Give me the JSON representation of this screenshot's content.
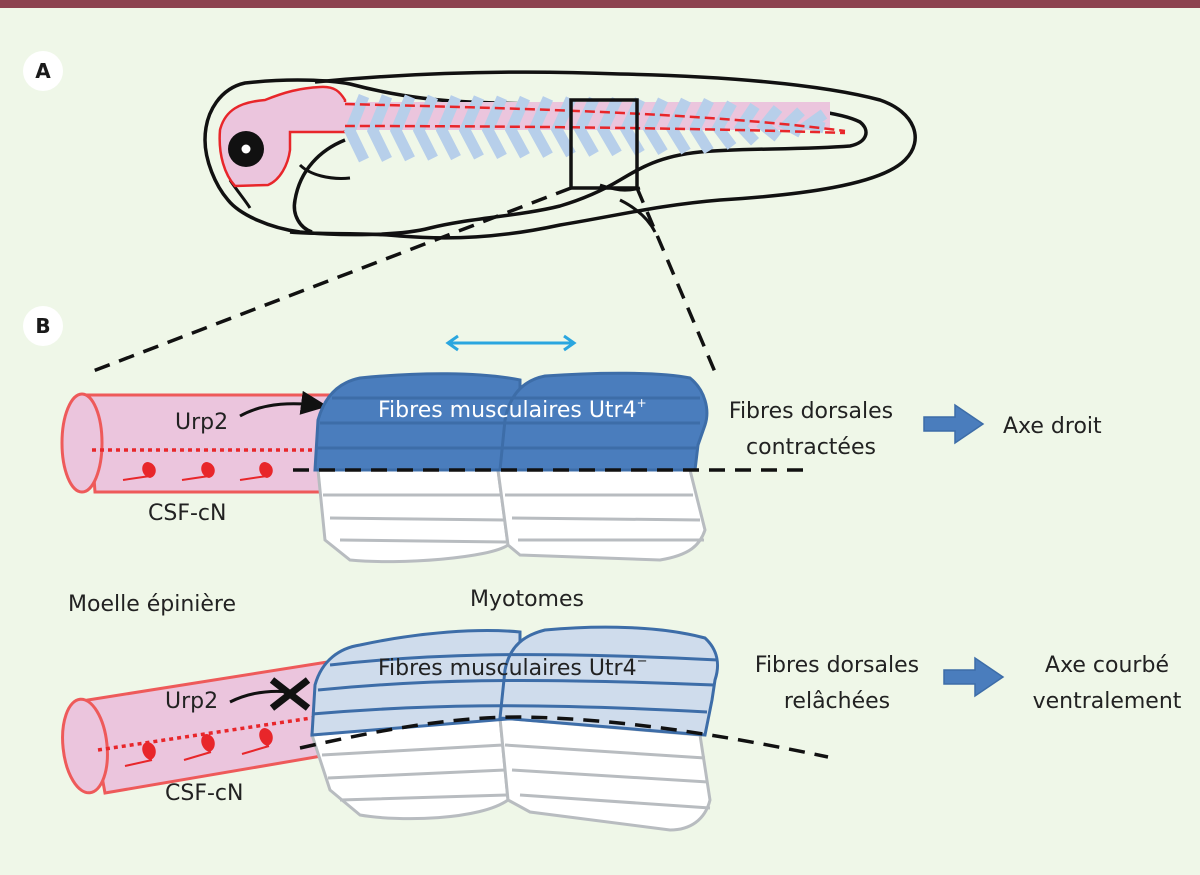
{
  "figure": {
    "panels": {
      "a": {
        "letter": "A"
      },
      "b": {
        "letter": "B"
      }
    },
    "top_row": {
      "ligand": "Urp2",
      "neurons": "CSF-cN",
      "muscle_label": "Fibres musculaires Utr4",
      "muscle_sup": "+",
      "state_line1": "Fibres dorsales",
      "state_line2": "contractées",
      "outcome": "Axe droit"
    },
    "middle_labels": {
      "spinal_cord": "Moelle épinière",
      "myotomes": "Myotomes"
    },
    "bottom_row": {
      "ligand": "Urp2",
      "neurons": "CSF-cN",
      "muscle_label": "Fibres musculaires Utr4",
      "muscle_sup": "−",
      "state_line1": "Fibres dorsales",
      "state_line2": "relâchées",
      "outcome_line1": "Axe courbé",
      "outcome_line2": "ventralement"
    },
    "colors": {
      "header_bar": "#8c434f",
      "background": "#eff7e8",
      "spinal_cord_fill": "#ebc5dd",
      "spinal_cord_stroke": "#ee5a5a",
      "neuron_red": "#e8262a",
      "utr4_pos_fill": "#4a7dbd",
      "utr4_neg_fill": "#cfdcec",
      "muscle_stroke": "#3d6da8",
      "ventral_stroke": "#b8bcc0",
      "chevron_blue": "#b7cfea",
      "scale_bar": "#2aa6df",
      "arrow_fill": "#4a7dbd"
    }
  }
}
